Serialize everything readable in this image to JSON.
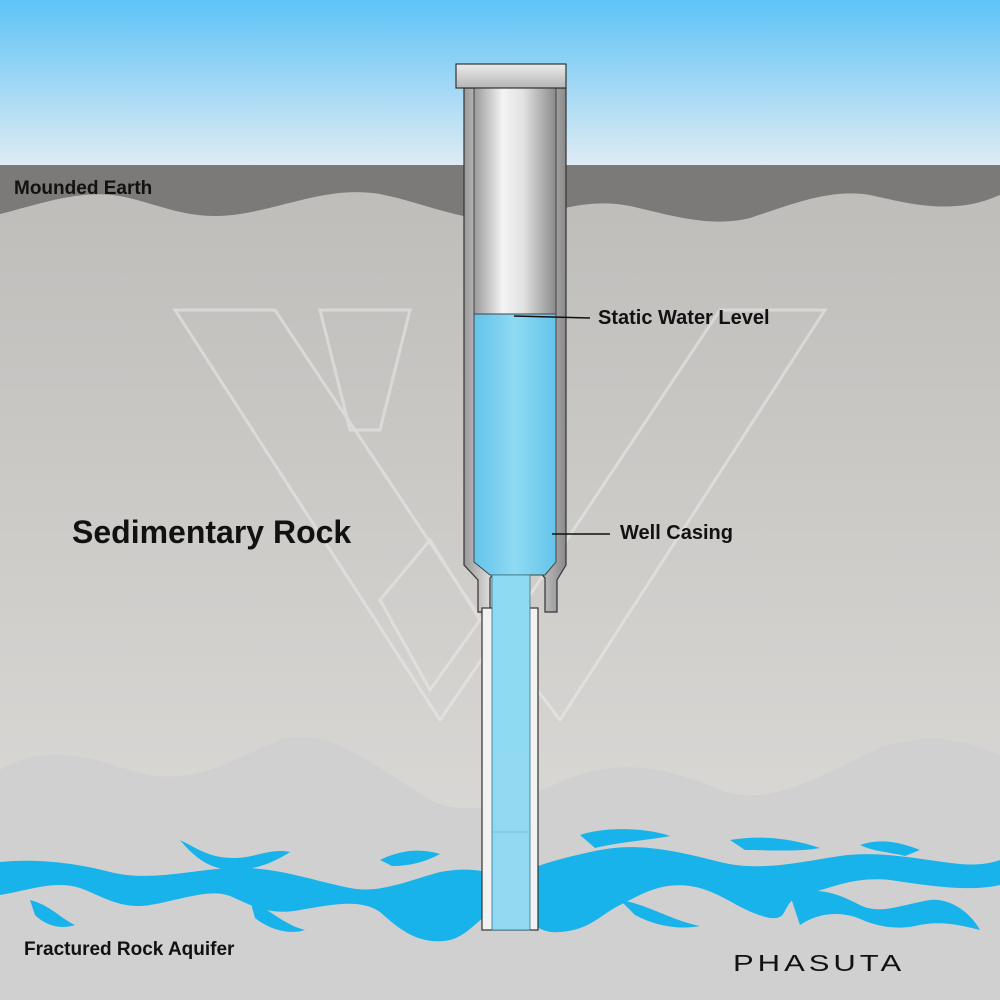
{
  "labels": {
    "mounded_earth": "Mounded Earth",
    "sedimentary_rock": "Sedimentary Rock",
    "static_water_level": "Static Water Level",
    "well_casing": "Well Casing",
    "fractured_rock_aquifer": "Fractured Rock Aquifer"
  },
  "brand": "PHASUTA",
  "colors": {
    "sky_top": "#5ec3f7",
    "sky_bottom": "#e9f2f7",
    "mounded_earth": "#7b7a78",
    "sedimentary_rock": "#c4c2bf",
    "lower_rock": "#d2d2d2",
    "water": "#7fd3f0",
    "aquifer_water": "#18b3ea",
    "casing_metal": "#c8c8c8"
  }
}
